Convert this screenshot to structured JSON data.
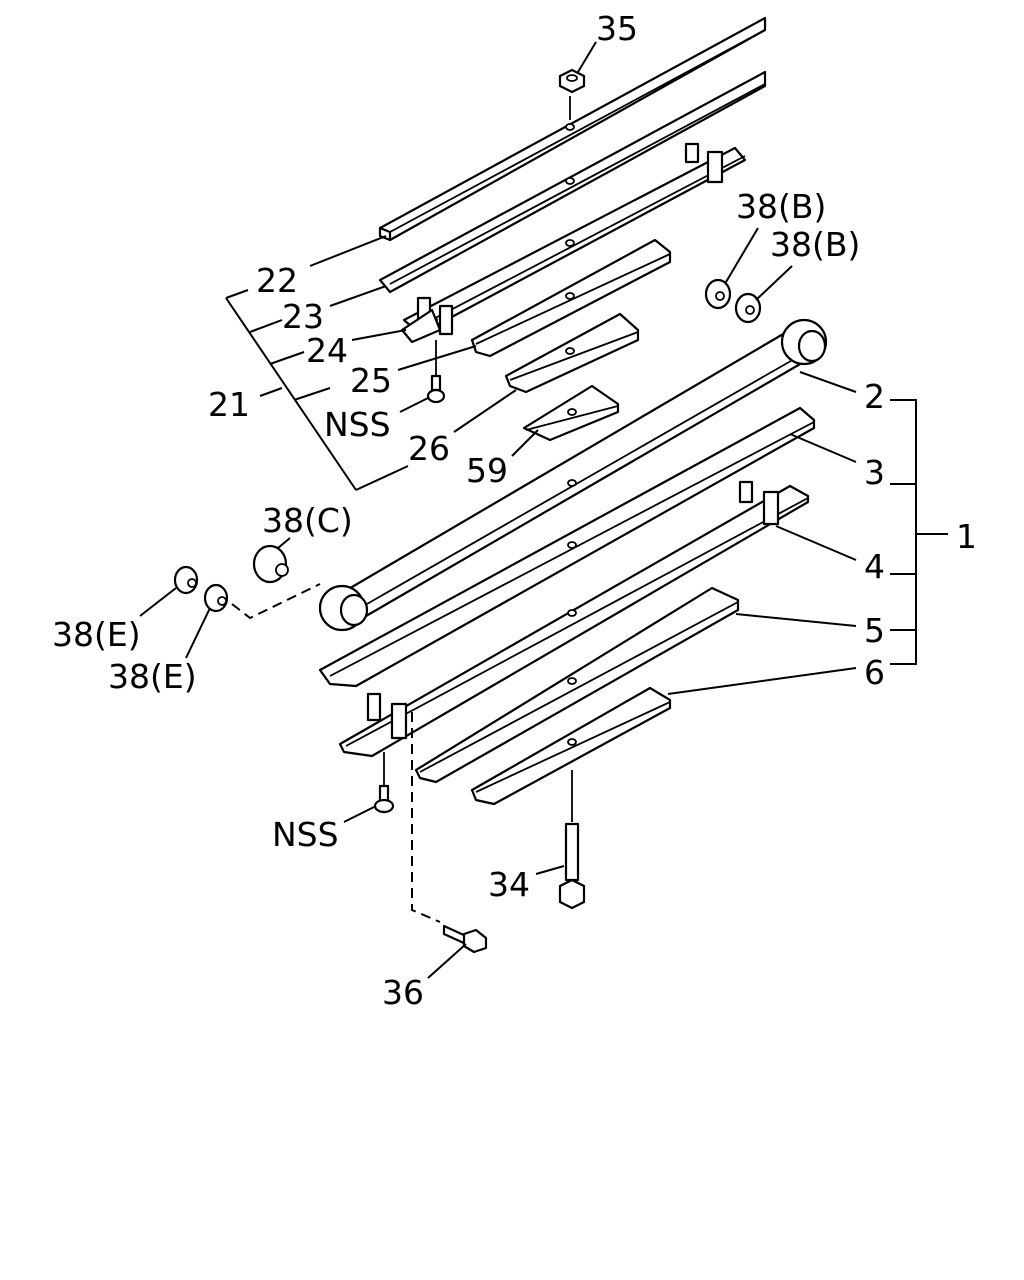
{
  "labels": {
    "p35": "35",
    "p38b1": "38(B)",
    "p38b2": "38(B)",
    "p22": "22",
    "p23": "23",
    "p24": "24",
    "p25": "25",
    "p21": "21",
    "pNSS1": "NSS",
    "p26": "26",
    "p59": "59",
    "p2": "2",
    "p3": "3",
    "p1": "1",
    "p4": "4",
    "p5": "5",
    "p6": "6",
    "p38c": "38(C)",
    "p38e1": "38(E)",
    "p38e2": "38(E)",
    "pNSS2": "NSS",
    "p34": "34",
    "p36": "36"
  }
}
